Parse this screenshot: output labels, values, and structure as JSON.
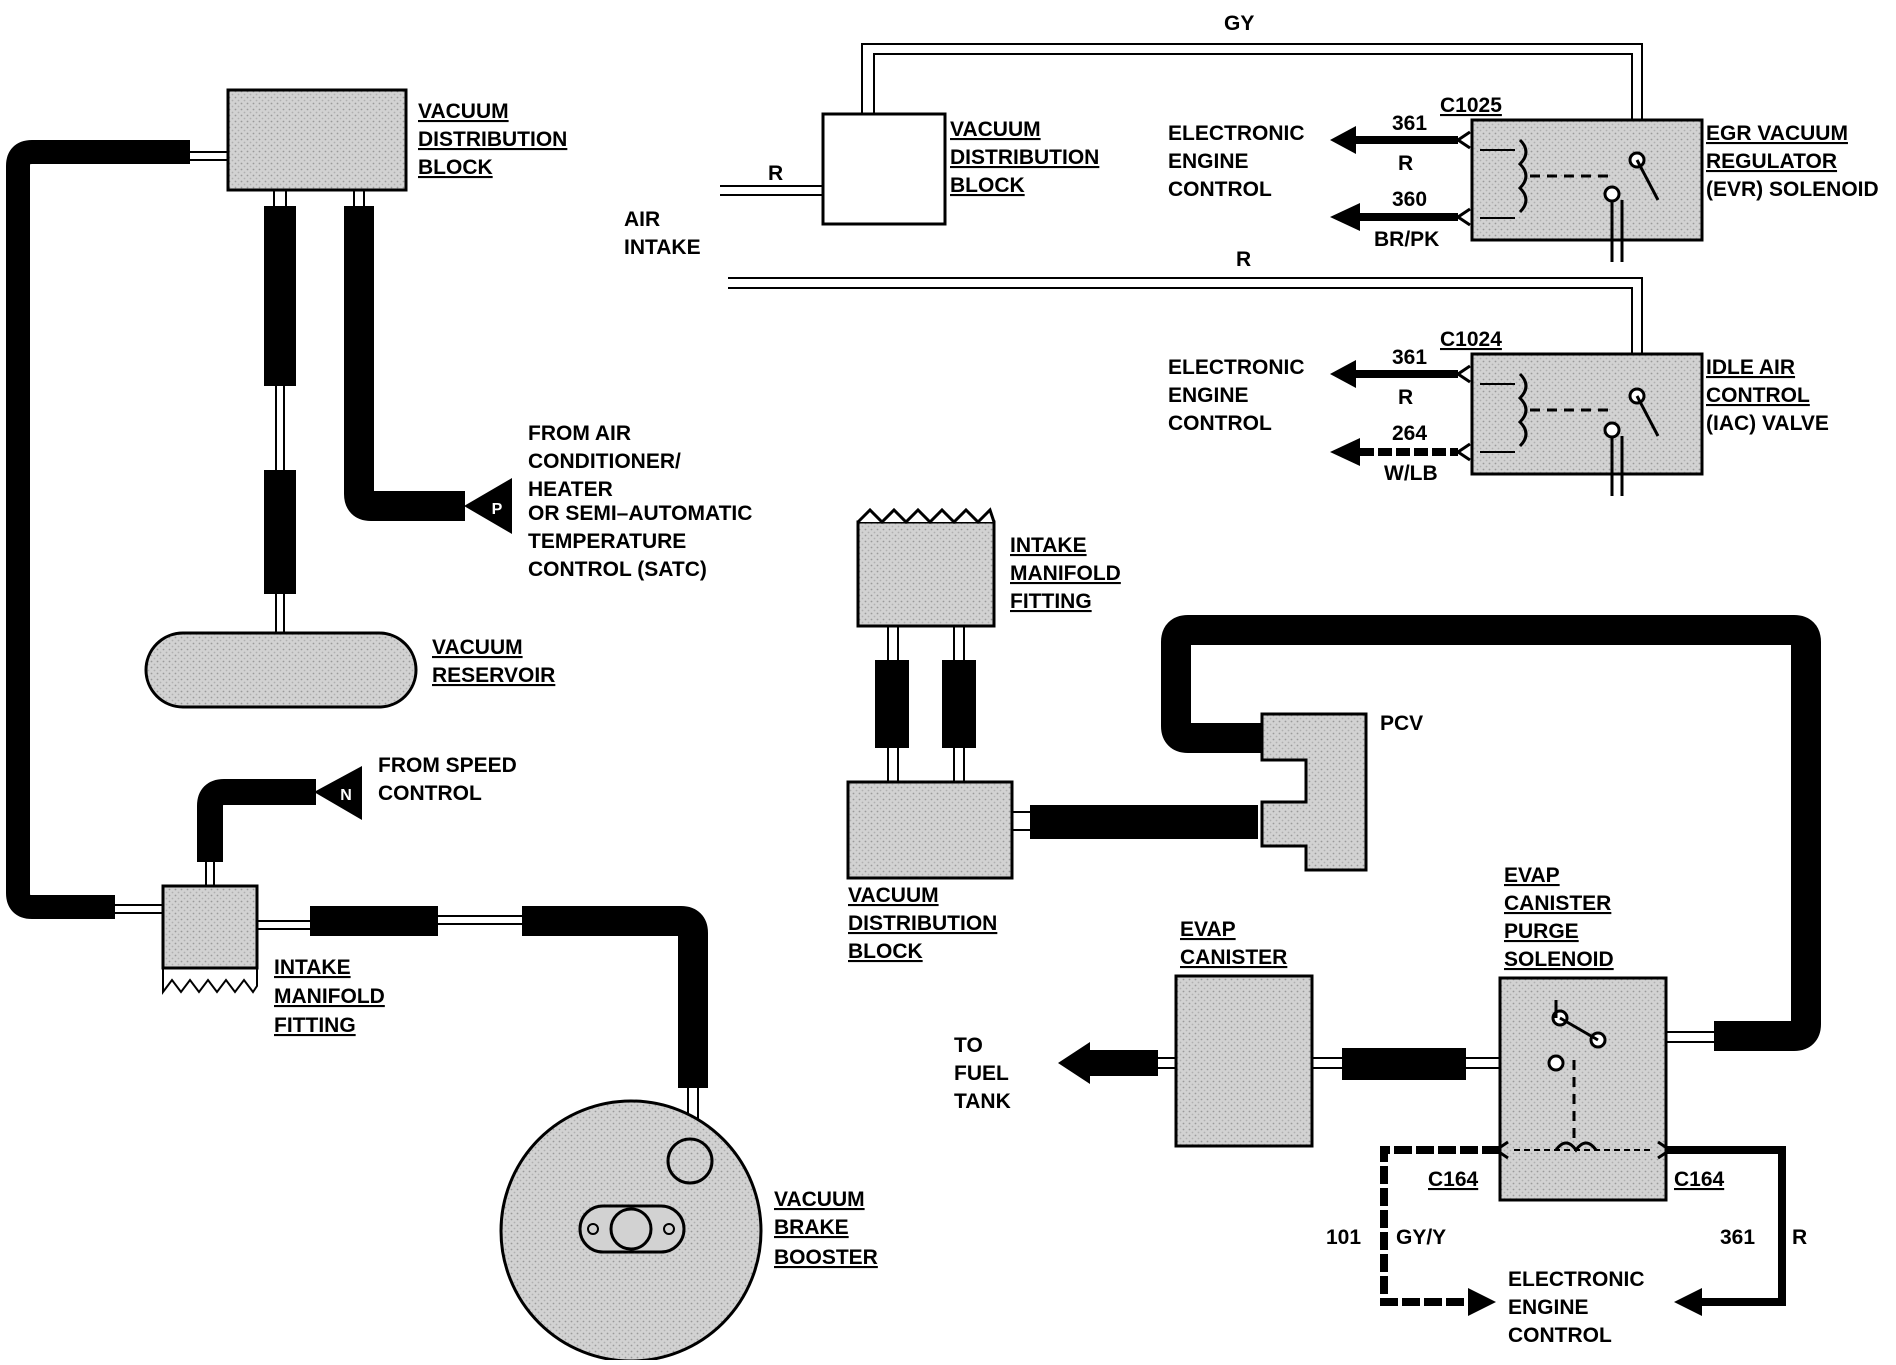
{
  "labels": {
    "vdb_top": [
      "VACUUM",
      "DISTRIBUTION",
      "BLOCK"
    ],
    "vdb_air": [
      "VACUUM",
      "DISTRIBUTION",
      "BLOCK"
    ],
    "vdb_mid": [
      "VACUUM",
      "DISTRIBUTION",
      "BLOCK"
    ],
    "from_ac": [
      "FROM AIR",
      "CONDITIONER/",
      "HEATER",
      "OR SEMI–AUTOMATIC",
      "TEMPERATURE",
      "CONTROL (SATC)"
    ],
    "p_marker": "P",
    "n_marker": "N",
    "vacuum_reservoir": [
      "VACUUM",
      "RESERVOIR"
    ],
    "from_speed": [
      "FROM SPEED",
      "CONTROL"
    ],
    "imf_left": [
      "INTAKE",
      "MANIFOLD",
      "FITTING"
    ],
    "imf_mid": [
      "INTAKE",
      "MANIFOLD",
      "FITTING"
    ],
    "brake_booster": [
      "VACUUM",
      "BRAKE",
      "BOOSTER"
    ],
    "air_intake": [
      "AIR",
      "INTAKE"
    ],
    "pcv": "PCV",
    "evap_canister": [
      "EVAP",
      "CANISTER"
    ],
    "evap_purge": [
      "EVAP",
      "CANISTER",
      "PURGE",
      "SOLENOID"
    ],
    "to_fuel_tank": [
      "TO",
      "FUEL",
      "TANK"
    ],
    "eec_evr": [
      "ELECTRONIC",
      "ENGINE",
      "CONTROL"
    ],
    "eec_iac": [
      "ELECTRONIC",
      "ENGINE",
      "CONTROL"
    ],
    "eec_evap": [
      "ELECTRONIC",
      "ENGINE",
      "CONTROL"
    ],
    "evr": [
      "EGR VACUUM",
      "REGULATOR",
      "(EVR) SOLENOID"
    ],
    "iac": [
      "IDLE AIR",
      "CONTROL",
      "(IAC) VALVE"
    ]
  },
  "wires": {
    "gy": "GY",
    "r_air": "R",
    "r_iac": "R",
    "evr_c": "C1025",
    "evr_361": "361",
    "evr_r": "R",
    "evr_360": "360",
    "evr_brpk": "BR/PK",
    "iac_c": "C1024",
    "iac_361": "361",
    "iac_r": "R",
    "iac_264": "264",
    "iac_wlb": "W/LB",
    "evap_c_left": "C164",
    "evap_c_right": "C164",
    "evap_101": "101",
    "evap_gyy": "GY/Y",
    "evap_361": "361",
    "evap_r": "R"
  }
}
